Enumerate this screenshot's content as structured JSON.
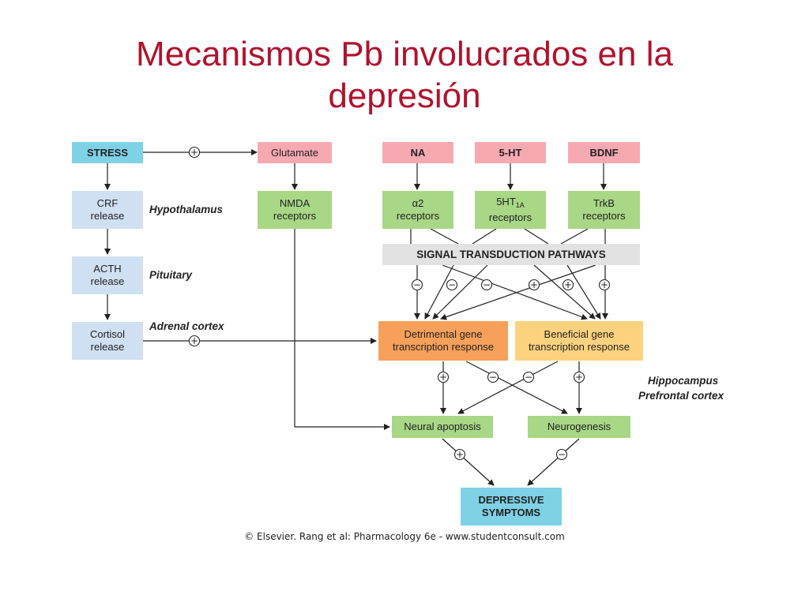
{
  "title": {
    "line1": "Mecanismos Pb involucrados en la",
    "line2": "depresión"
  },
  "boxes": {
    "stress": "STRESS",
    "crf": {
      "l1": "CRF",
      "l2": "release"
    },
    "acth": {
      "l1": "ACTH",
      "l2": "release"
    },
    "cortisol": {
      "l1": "Cortisol",
      "l2": "release"
    },
    "glutamate": "Glutamate",
    "nmda": {
      "l1": "NMDA",
      "l2": "receptors"
    },
    "na": "NA",
    "ht5": "5-HT",
    "bdnf": "BDNF",
    "alpha2": {
      "l1": "α2",
      "l2": "receptors"
    },
    "ht1a": {
      "l1": "5HT",
      "sub": "1A",
      "l2": "receptors"
    },
    "trkb": {
      "l1": "TrkB",
      "l2": "receptors"
    },
    "signal": "SIGNAL TRANSDUCTION PATHWAYS",
    "detrimental": {
      "l1": "Detrimental gene",
      "l2": "transcription response"
    },
    "beneficial": {
      "l1": "Beneficial gene",
      "l2": "transcription response"
    },
    "apoptosis": "Neural apoptosis",
    "neurogenesis": "Neurogenesis",
    "depressive": {
      "l1": "DEPRESSIVE",
      "l2": "SYMPTOMS"
    }
  },
  "regions": {
    "hypothalamus": "Hypothalamus",
    "pituitary": "Pituitary",
    "adrenal": "Adrenal cortex",
    "hippocampus": "Hippocampus",
    "prefrontal": "Prefrontal cortex"
  },
  "signs": {
    "plus": "+",
    "minus": "−"
  },
  "credit": "© Elsevier. Rang et al: Pharmacology 6e - www.studentconsult.com",
  "colors": {
    "title": "#b0132e",
    "stress_box": "#7fd1e6",
    "endocrine_box": "#cfe0f2",
    "receptor_box": "#a8d786",
    "ligand_box": "#f7a9b1",
    "pathway_box": "#e2e2e2",
    "detrimental_box": "#f7a05a",
    "beneficial_box": "#fdd27e"
  }
}
